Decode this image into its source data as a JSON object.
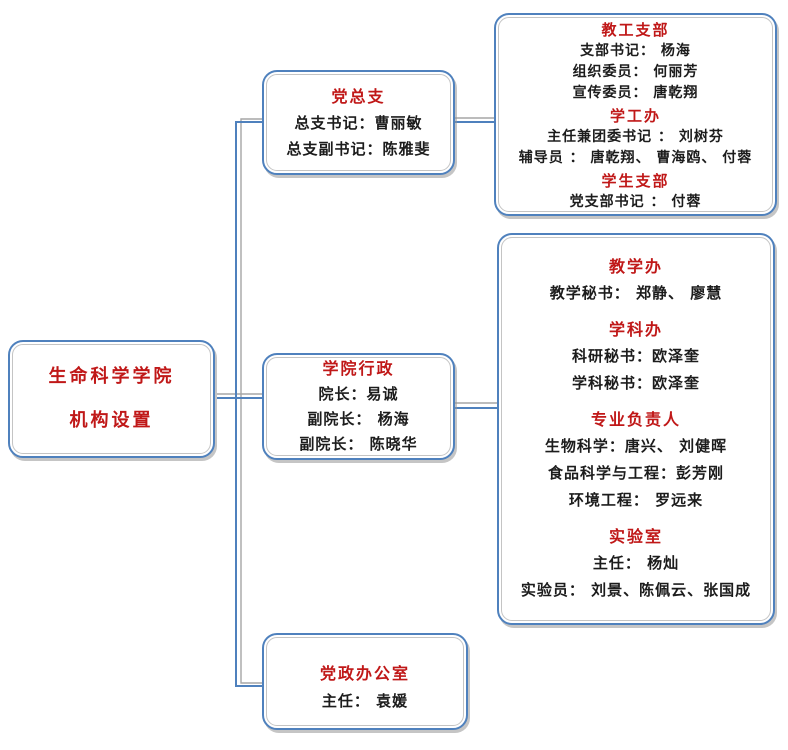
{
  "org": {
    "root": {
      "title_line1": "生命科学学院",
      "title_line2": "机构设置"
    },
    "middle": [
      {
        "title": "党总支",
        "lines": [
          "总支书记：曹丽敏",
          "总支副书记：陈雅斐"
        ]
      },
      {
        "title": "学院行政",
        "lines": [
          "院长：易诚",
          "副院长：  杨海",
          "副院长：  陈晓华"
        ]
      },
      {
        "title": "党政办公室",
        "lines": [
          "主任：  袁媛"
        ]
      }
    ],
    "right": [
      {
        "sections": [
          {
            "title": "教工支部",
            "lines": [
              "支部书记：  杨海",
              "组织委员：  何丽芳",
              "宣传委员：  唐乾翔"
            ]
          },
          {
            "title": "学工办",
            "lines": [
              "主任兼团委书记 ：  刘树芬",
              "辅导员 ：  唐乾翔、  曹海鸥、  付蓉"
            ]
          },
          {
            "title": "学生支部",
            "lines": [
              "党支部书记 ：  付蓉"
            ]
          }
        ]
      },
      {
        "sections": [
          {
            "title": "教学办",
            "lines": [
              "教学秘书：  郑静、  廖慧"
            ]
          },
          {
            "title": "学科办",
            "lines": [
              "科研秘书：欧泽奎",
              "学科秘书：欧泽奎"
            ]
          },
          {
            "title": "专业负责人",
            "lines": [
              "生物科学：唐兴、  刘健晖",
              "食品科学与工程：彭芳刚",
              "环境工程：  罗远来"
            ]
          },
          {
            "title": "实验室",
            "lines": [
              "主任：  杨灿",
              "实验员：  刘景、陈佩云、张国成"
            ]
          }
        ]
      }
    ],
    "colors": {
      "border_blue": "#4f81bd",
      "shadow_gray": "#a0a0a0",
      "heading_red": "#c01818",
      "text_black": "#1c1c1c"
    }
  }
}
